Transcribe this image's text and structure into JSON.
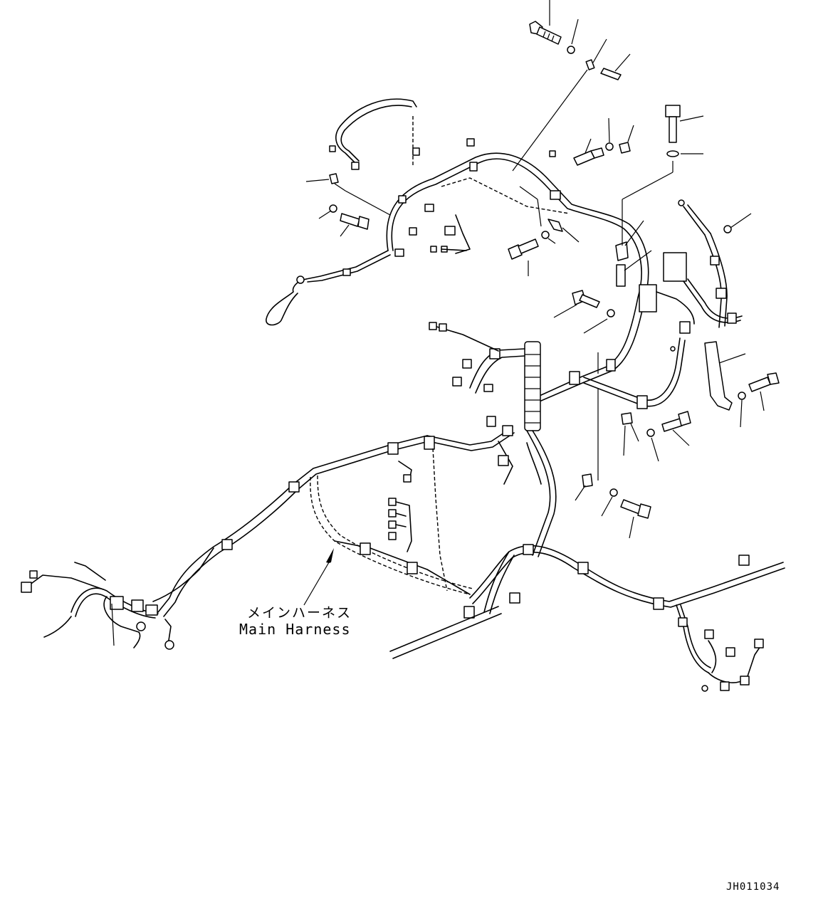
{
  "labels": {
    "harness_jp": "メインハーネス",
    "harness_en": "Main Harness",
    "drawing_code": "JH011034"
  },
  "colors": {
    "line": "#000000",
    "background": "#ffffff"
  }
}
